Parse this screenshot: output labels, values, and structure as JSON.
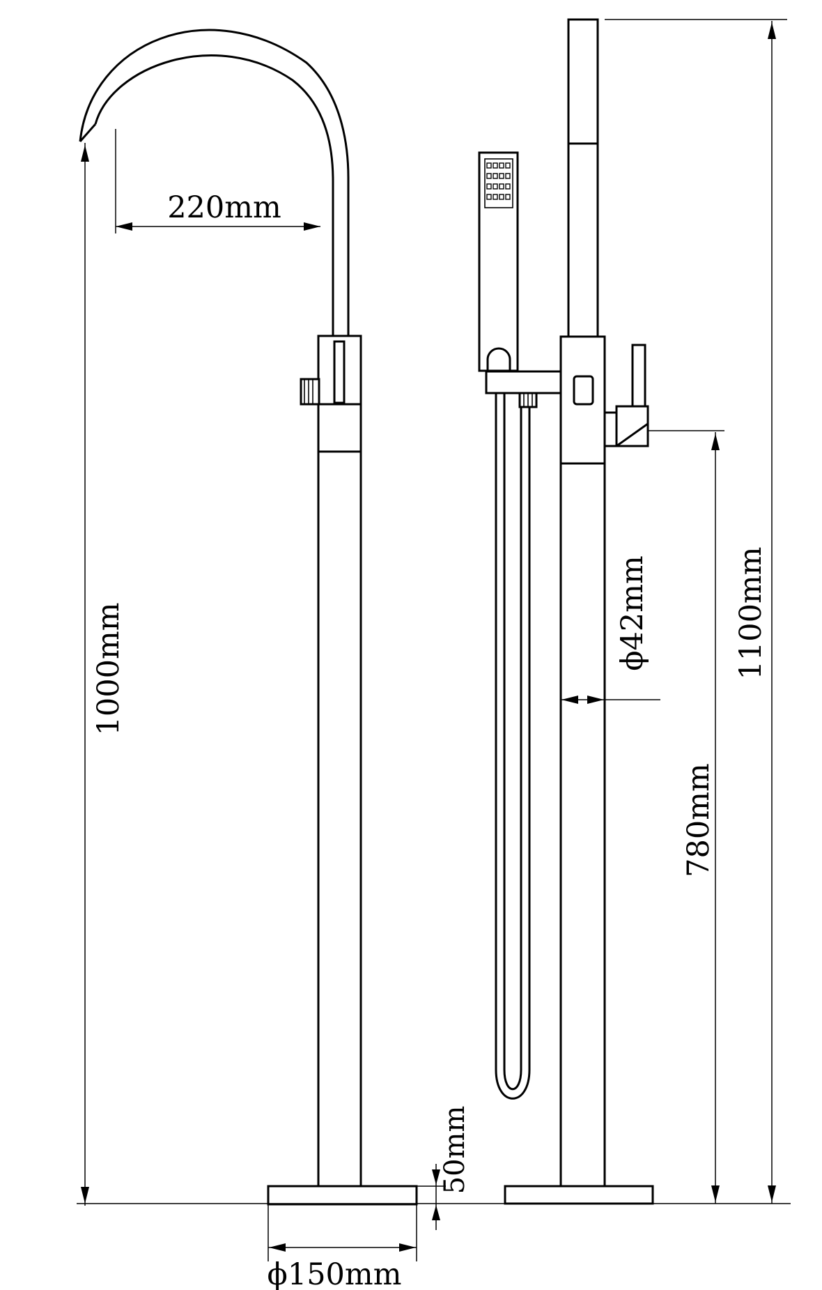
{
  "dimensions": {
    "spout_reach": "220mm",
    "faucet_height": "1000mm",
    "total_height": "1100mm",
    "pipe_diameter": "42mm",
    "handshower_holder_height": "780mm",
    "base_thickness": "50mm",
    "base_diameter": "150mm"
  },
  "symbols": {
    "diameter": "ϕ"
  }
}
